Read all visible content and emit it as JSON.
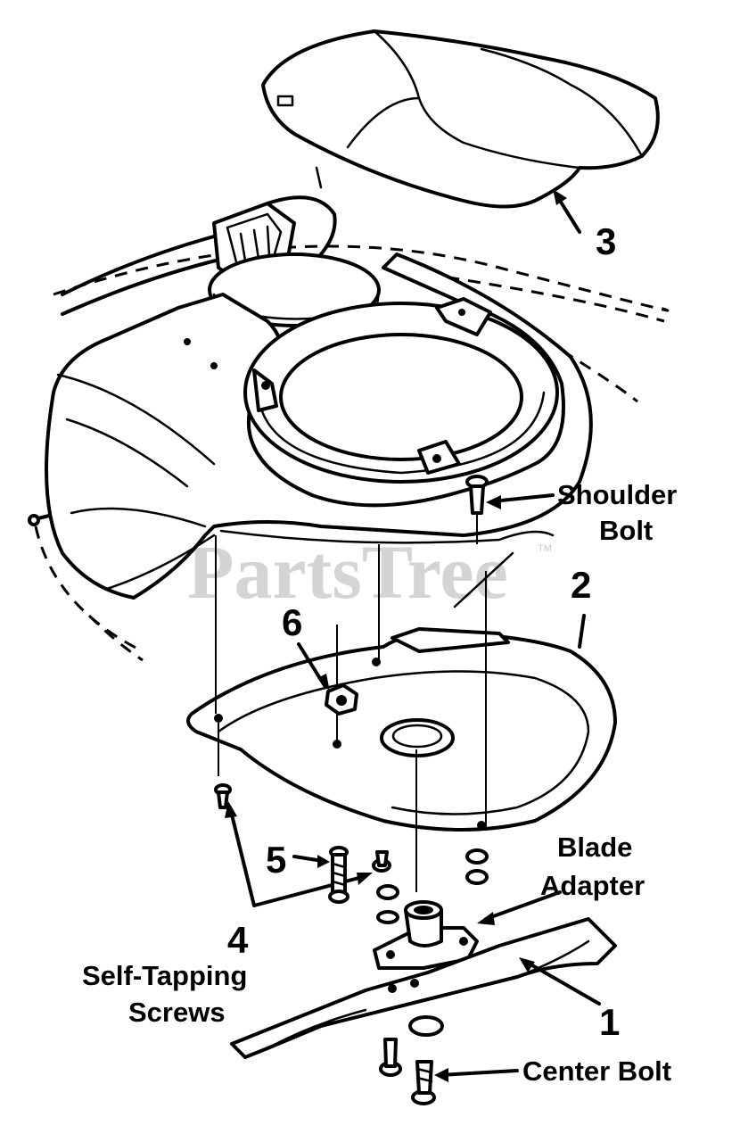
{
  "watermark": {
    "text": "PartsTree",
    "trademark": "TM"
  },
  "callouts": {
    "part1": "1",
    "part2": "2",
    "part3": "3",
    "part4": "4",
    "part5": "5",
    "part6": "6",
    "shoulder_bolt_line1": "Shoulder",
    "shoulder_bolt_line2": "Bolt",
    "blade_adapter_line1": "Blade",
    "blade_adapter_line2": "Adapter",
    "self_tapping_line1": "Self-Tapping",
    "self_tapping_line2": "Screws",
    "center_bolt": "Center Bolt"
  }
}
